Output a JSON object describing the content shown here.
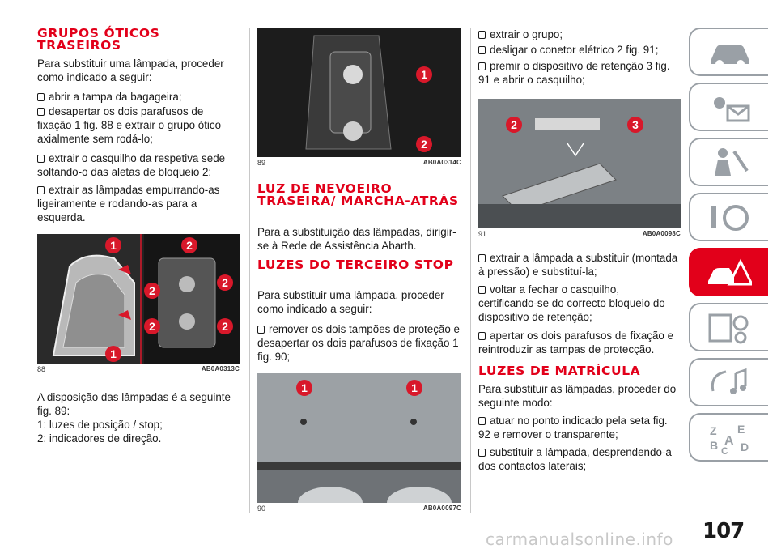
{
  "col1": {
    "heading": "GRUPOS ÓTICOS TRASEIROS",
    "intro": "Para substituir uma lâmpada, proceder como indicado a seguir:",
    "steps": [
      "abrir a tampa da bagageira;",
      "desapertar os dois parafusos de fixação 1 fig. 88 e extrair o grupo ótico axialmente sem rodá-lo;",
      "extrair o casquilho da respetiva sede soltando-o das aletas de bloqueio 2;",
      "extrair as lâmpadas empurrando-as ligeiramente e rodando-as para a esquerda."
    ],
    "figure": {
      "num": "88",
      "code": "AB0A0313C",
      "markers": [
        "1",
        "1",
        "2",
        "2",
        "2",
        "2",
        "2"
      ]
    },
    "after_figure": "A disposição das lâmpadas é a seguinte fig. 89:",
    "legend": [
      "1: luzes de posição / stop;",
      "2: indicadores de direção."
    ]
  },
  "col2": {
    "figure89": {
      "num": "89",
      "code": "AB0A0314C",
      "markers": [
        "1",
        "2"
      ]
    },
    "heading1": "LUZ DE NEVOEIRO TRASEIRA/ MARCHA-ATRÁS",
    "text1": "Para a substituição das lâmpadas, dirigir-se à Rede de Assistência Abarth.",
    "heading2": "LUZES DO TERCEIRO STOP",
    "text2": "Para substituir uma lâmpada, proceder como indicado a seguir:",
    "steps": [
      "remover os dois tampões de proteção e desapertar os dois parafusos de fixação 1 fig. 90;"
    ],
    "figure90": {
      "num": "90",
      "code": "AB0A0097C",
      "markers": [
        "1",
        "1"
      ]
    }
  },
  "col3": {
    "steps_top": [
      "extrair o grupo;",
      "desligar o conetor elétrico 2 fig. 91;",
      "premir o dispositivo de retenção 3 fig. 91 e abrir o casquilho;"
    ],
    "figure91": {
      "num": "91",
      "code": "AB0A0098C",
      "markers": [
        "2",
        "3"
      ]
    },
    "steps_mid": [
      "extrair a lâmpada a substituir (montada à pressão) e substituí-la;",
      "voltar a fechar o casquilho, certificando-se do correcto bloqueio do dispositivo de retenção;",
      "apertar os dois parafusos de fixação e reintroduzir as tampas de protecção."
    ],
    "heading": "LUZES DE MATRÍCULA",
    "text": "Para substituir as lâmpadas, proceder do seguinte modo:",
    "steps_bottom": [
      "atuar no ponto indicado pela seta fig. 92 e remover o transparente;",
      "substituir a lâmpada, desprendendo-a dos contactos laterais;"
    ]
  },
  "sidebar": {
    "tabs": [
      "car-icon",
      "warning-lights-icon",
      "seat-safety-icon",
      "steering-key-icon",
      "emergency-icon",
      "maintenance-icon",
      "multimedia-icon",
      "index-icon"
    ],
    "active": 4
  },
  "page_number": "107",
  "watermark": "carmanualsonline.info"
}
